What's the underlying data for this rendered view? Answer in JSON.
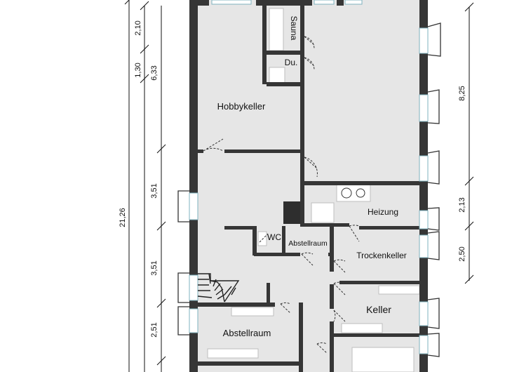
{
  "rooms": {
    "hobbykeller": "Hobbykeller",
    "sauna": "Sauna",
    "dusche": "Du.",
    "heizung": "Heizung",
    "wc": "WC",
    "abstellraum_small": "Abstellraum",
    "trockenkeller": "Trockenkeller",
    "keller": "Keller",
    "abstellraum_large": "Abstellraum"
  },
  "dimensions": {
    "left_inner": [
      "2,10",
      "1,30",
      "6,33",
      "3,51",
      "3,51",
      "2,51"
    ],
    "left_total": "21,26",
    "right": [
      "8,25",
      "2,13",
      "2,50"
    ]
  }
}
